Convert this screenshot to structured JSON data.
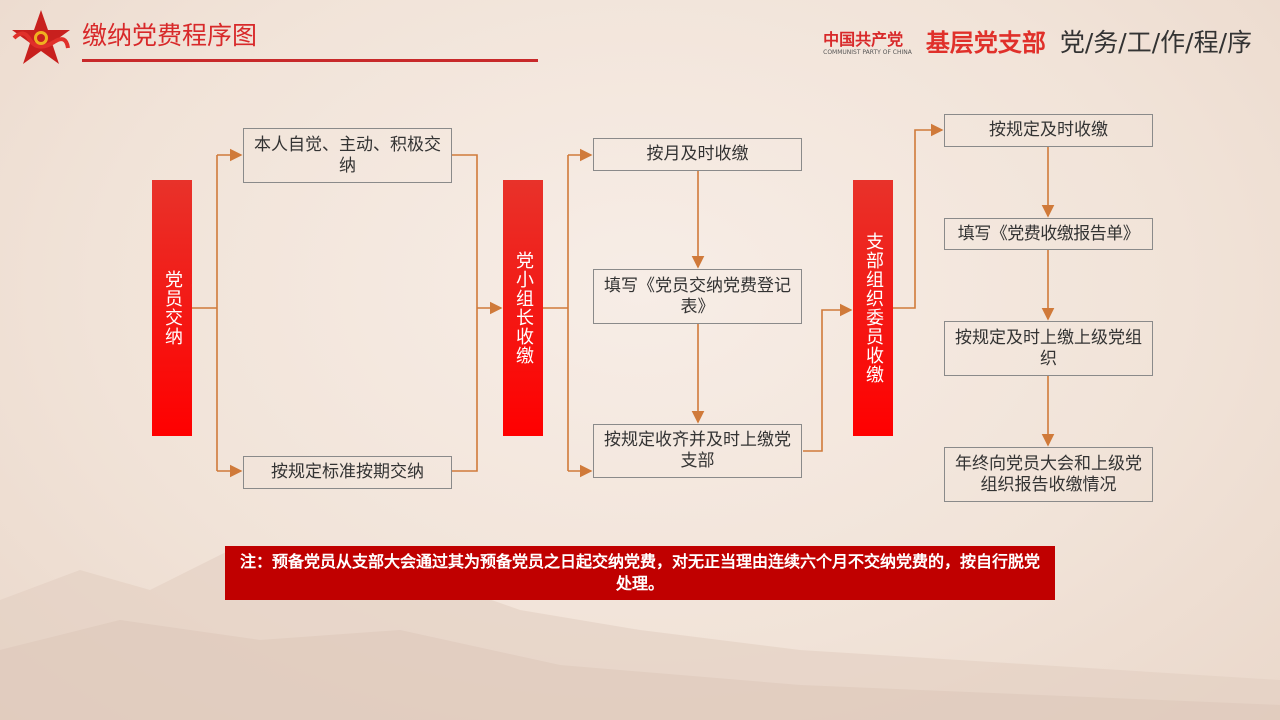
{
  "header": {
    "title": "缴纳党费程序图",
    "brand_cn": "中国共产党",
    "brand_en": "COMMUNIST PARTY OF CHINA",
    "brand_branch": "基层党支部",
    "brand_subtitle": "党/务/工/作/程/序"
  },
  "flow": {
    "stage1": "党员交纳",
    "stage1_options": [
      "本人自觉、主动、积极交纳",
      "按规定标准按期交纳"
    ],
    "stage2": "党小组长收缴",
    "stage2_steps": [
      "按月及时收缴",
      "填写《党员交纳党费登记表》",
      "按规定收齐并及时上缴党支部"
    ],
    "stage3": "支部组织委员收缴",
    "stage3_steps": [
      "按规定及时收缴",
      "填写《党费收缴报告单》",
      "按规定及时上缴上级党组织",
      "年终向党员大会和上级党组织报告收缴情况"
    ]
  },
  "note": "注：预备党员从支部大会通过其为预备党员之日起交纳党费，对无正当理由连续六个月不交纳党费的，按自行脱党处理。",
  "colors": {
    "accent": "#d8292a",
    "connector": "#d07a3a",
    "note_bg": "#c00000"
  }
}
